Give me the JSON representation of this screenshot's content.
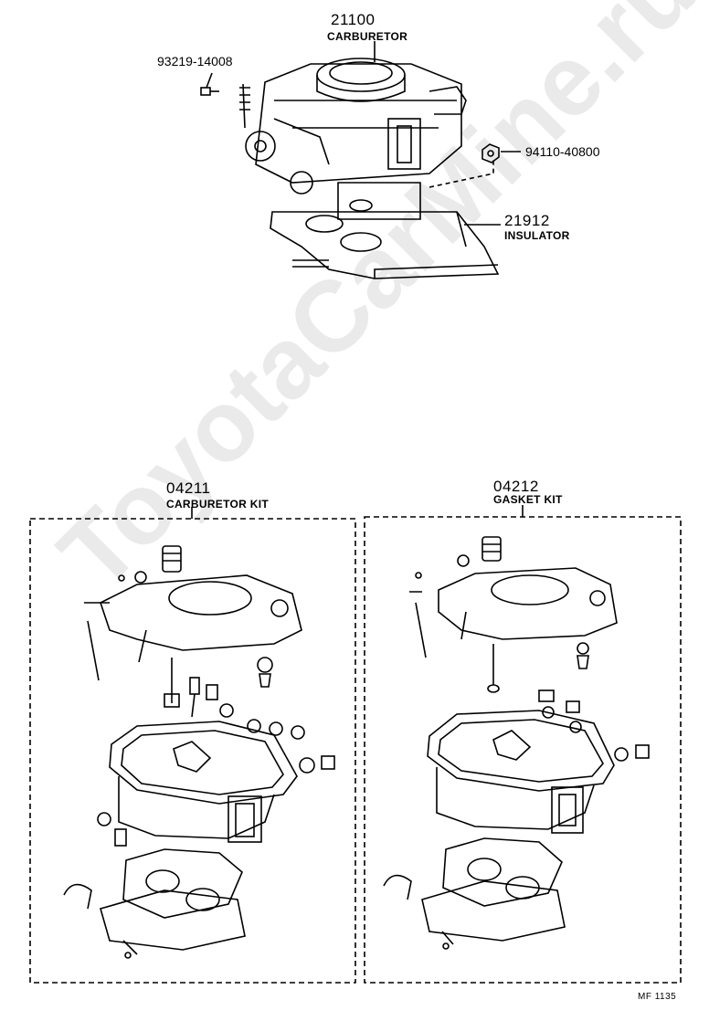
{
  "watermark": "ToyotaCarMine.ru",
  "parts": {
    "carburetor": {
      "number": "21100",
      "name": "CARBURETOR"
    },
    "bolt": {
      "number": "93219-14008"
    },
    "nut": {
      "number": "94110-40800"
    },
    "insulator": {
      "number": "21912",
      "name": "INSULATOR"
    },
    "carb_kit": {
      "number": "04211",
      "name": "CARBURETOR KIT"
    },
    "gasket_kit": {
      "number": "04212",
      "name": "GASKET KIT"
    }
  },
  "figure_ref": "MF 1135"
}
